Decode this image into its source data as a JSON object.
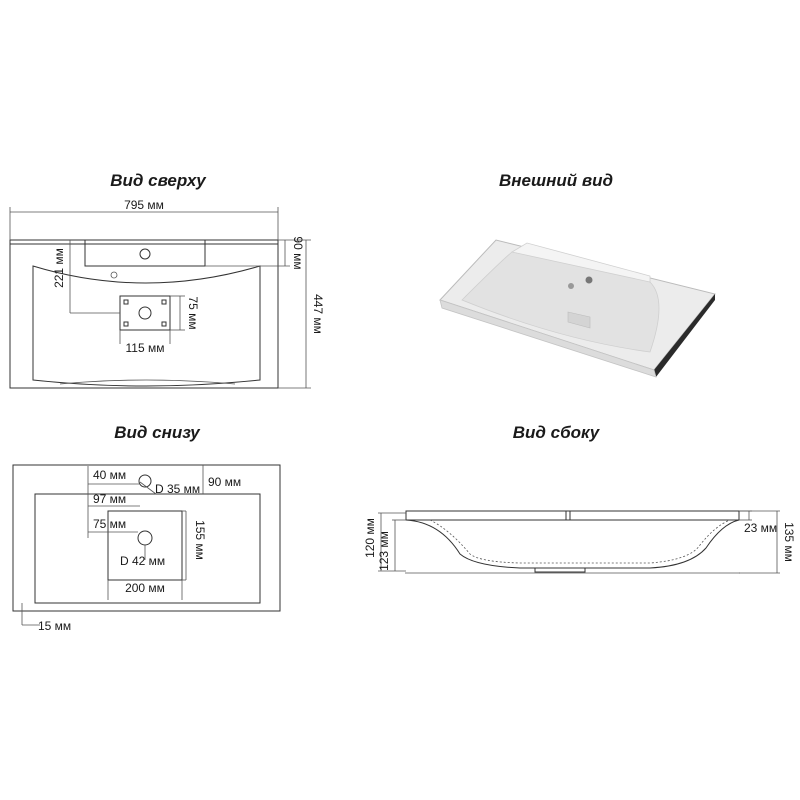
{
  "titles": {
    "top_view": "Вид сверху",
    "exterior_view": "Внешний вид",
    "bottom_view": "Вид снизу",
    "side_view": "Вид сбоку"
  },
  "top_view_dims": {
    "width": "795 мм",
    "depth": "447 мм",
    "back_ledge": "90 мм",
    "drain_offset": "221 мм",
    "drain_plate_h": "75 мм",
    "drain_plate_w": "115 мм"
  },
  "bottom_view_dims": {
    "tap_hole_offset": "40 мм",
    "tap_hole_d": "D 35 мм",
    "ledge": "90 мм",
    "inner_offset": "97 мм",
    "drain_x": "75 мм",
    "drain_rect_h": "155 мм",
    "drain_d": "D 42 мм",
    "drain_rect_w": "200 мм",
    "rim": "15 мм"
  },
  "side_view_dims": {
    "left_height": "120 мм",
    "left_lower": "123 мм",
    "rim_thickness": "23 мм",
    "total_height": "135 мм"
  }
}
